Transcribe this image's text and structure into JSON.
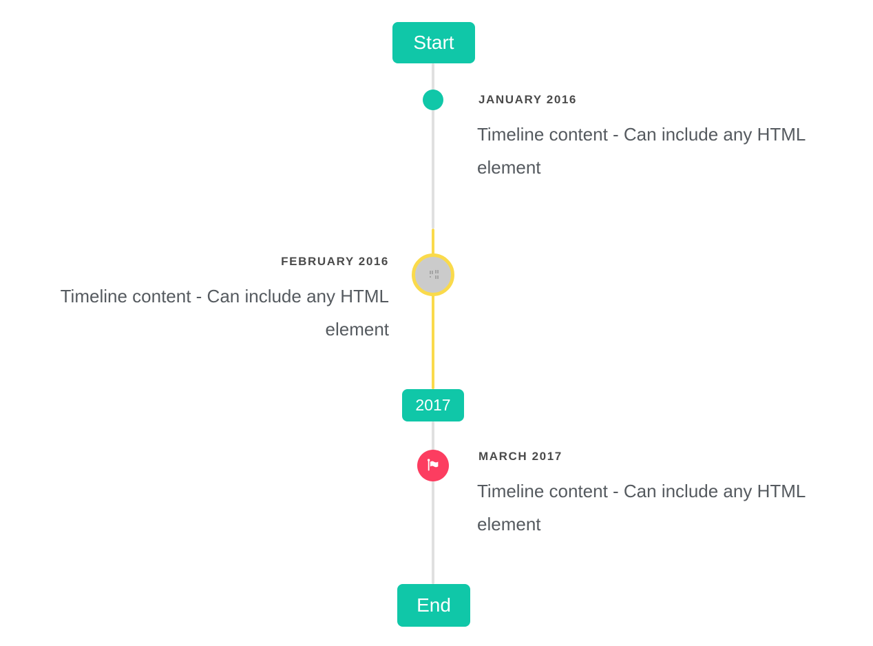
{
  "colors": {
    "accent_teal": "#10c7a8",
    "line_gray": "#e0e0e0",
    "highlight_yellow": "#fada4b",
    "marker_red": "#fc3d60",
    "marker_gray_fill": "#cbcbcb",
    "label_text": "#4a4a4a",
    "content_text": "#555a5f",
    "pill_text": "#ffffff"
  },
  "timeline": {
    "start_label": "Start",
    "end_label": "End",
    "year_badge": "2017",
    "items": [
      {
        "period": "JANUARY 2016",
        "content": "Timeline content - Can include any HTML element",
        "side": "right",
        "marker": "teal-dot"
      },
      {
        "period": "FEBRUARY 2016",
        "content": "Timeline content - Can include any HTML element",
        "side": "left",
        "marker": "gray-circle-yellow-ring",
        "icon": "broken-image-icon"
      },
      {
        "period": "MARCH 2017",
        "content": "Timeline content - Can include any HTML element",
        "side": "right",
        "marker": "red-circle",
        "icon": "flag-icon"
      }
    ]
  }
}
